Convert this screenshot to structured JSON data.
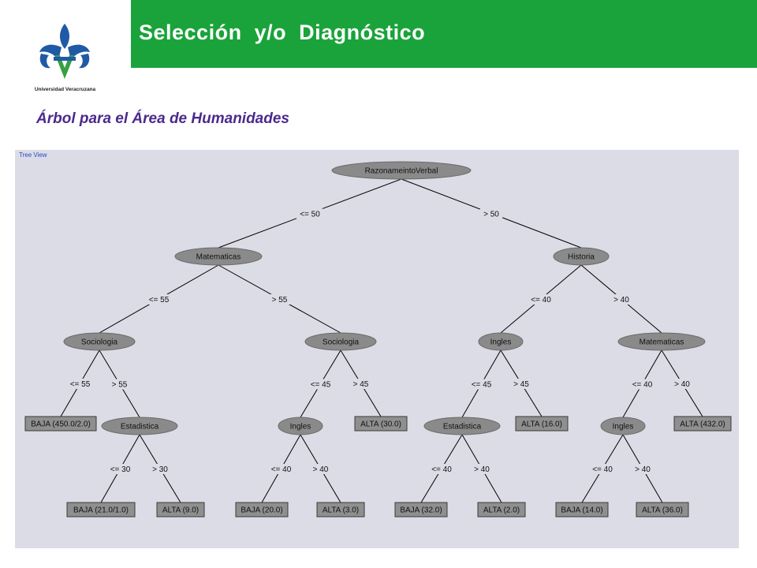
{
  "slide": {
    "title": "Selección  y/o  Diagnóstico",
    "subtitle": "Árbol para el Área de Humanidades",
    "logo_text": "Universidad Veracruzana"
  },
  "tree": {
    "caption": "Tree View",
    "nodes": [
      {
        "id": "n0",
        "type": "split",
        "label": "RazonameintoVerbal"
      },
      {
        "id": "n1",
        "type": "split",
        "label": "Matematicas"
      },
      {
        "id": "n2",
        "type": "split",
        "label": "Historia"
      },
      {
        "id": "n3",
        "type": "split",
        "label": "Sociologia"
      },
      {
        "id": "n4",
        "type": "split",
        "label": "Sociologia"
      },
      {
        "id": "n5",
        "type": "split",
        "label": "Ingles"
      },
      {
        "id": "n6",
        "type": "split",
        "label": "Matematicas"
      },
      {
        "id": "l1",
        "type": "leaf",
        "label": "BAJA (450.0/2.0)"
      },
      {
        "id": "n7",
        "type": "split",
        "label": "Estadistica"
      },
      {
        "id": "n8",
        "type": "split",
        "label": "Ingles"
      },
      {
        "id": "l2",
        "type": "leaf",
        "label": "ALTA (30.0)"
      },
      {
        "id": "n9",
        "type": "split",
        "label": "Estadistica"
      },
      {
        "id": "l3",
        "type": "leaf",
        "label": "ALTA (16.0)"
      },
      {
        "id": "n10",
        "type": "split",
        "label": "Ingles"
      },
      {
        "id": "l4",
        "type": "leaf",
        "label": "ALTA (432.0)"
      },
      {
        "id": "l5",
        "type": "leaf",
        "label": "BAJA (21.0/1.0)"
      },
      {
        "id": "l6",
        "type": "leaf",
        "label": "ALTA (9.0)"
      },
      {
        "id": "l7",
        "type": "leaf",
        "label": "BAJA (20.0)"
      },
      {
        "id": "l8",
        "type": "leaf",
        "label": "ALTA (3.0)"
      },
      {
        "id": "l9",
        "type": "leaf",
        "label": "BAJA (32.0)"
      },
      {
        "id": "l10",
        "type": "leaf",
        "label": "ALTA (2.0)"
      },
      {
        "id": "l11",
        "type": "leaf",
        "label": "BAJA (14.0)"
      },
      {
        "id": "l12",
        "type": "leaf",
        "label": "ALTA (36.0)"
      }
    ],
    "edges": [
      {
        "from": "n0",
        "to": "n1",
        "label": "<= 50"
      },
      {
        "from": "n0",
        "to": "n2",
        "label": "> 50"
      },
      {
        "from": "n1",
        "to": "n3",
        "label": "<= 55"
      },
      {
        "from": "n1",
        "to": "n4",
        "label": "> 55"
      },
      {
        "from": "n2",
        "to": "n5",
        "label": "<= 40"
      },
      {
        "from": "n2",
        "to": "n6",
        "label": "> 40"
      },
      {
        "from": "n3",
        "to": "l1",
        "label": "<= 55"
      },
      {
        "from": "n3",
        "to": "n7",
        "label": "> 55"
      },
      {
        "from": "n4",
        "to": "n8",
        "label": "<= 45"
      },
      {
        "from": "n4",
        "to": "l2",
        "label": "> 45"
      },
      {
        "from": "n5",
        "to": "n9",
        "label": "<= 45"
      },
      {
        "from": "n5",
        "to": "l3",
        "label": "> 45"
      },
      {
        "from": "n6",
        "to": "n10",
        "label": "<= 40"
      },
      {
        "from": "n6",
        "to": "l4",
        "label": "> 40"
      },
      {
        "from": "n7",
        "to": "l5",
        "label": "<= 30"
      },
      {
        "from": "n7",
        "to": "l6",
        "label": "> 30"
      },
      {
        "from": "n8",
        "to": "l7",
        "label": "<= 40"
      },
      {
        "from": "n8",
        "to": "l8",
        "label": "> 40"
      },
      {
        "from": "n9",
        "to": "l9",
        "label": "<= 40"
      },
      {
        "from": "n9",
        "to": "l10",
        "label": "> 40"
      },
      {
        "from": "n10",
        "to": "l11",
        "label": "<= 40"
      },
      {
        "from": "n10",
        "to": "l12",
        "label": "> 40"
      }
    ]
  }
}
